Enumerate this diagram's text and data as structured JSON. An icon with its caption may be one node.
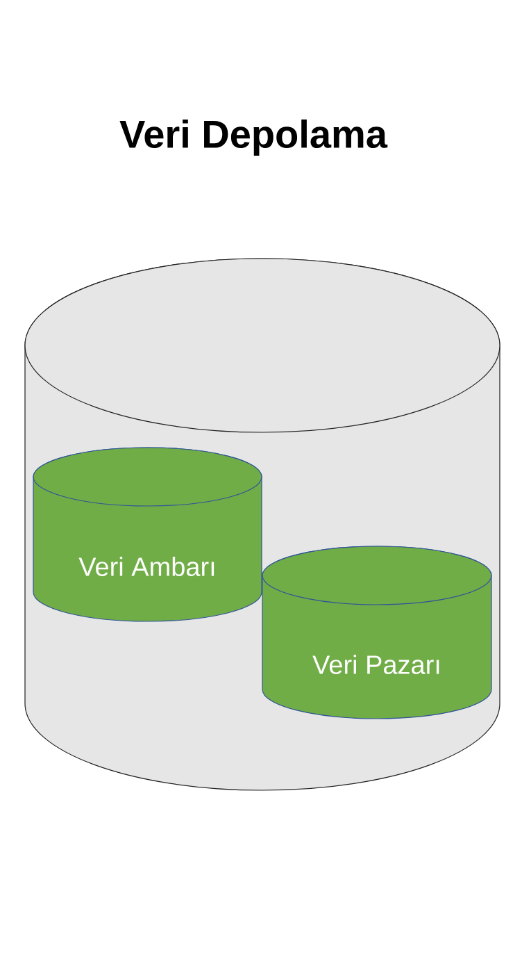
{
  "diagram": {
    "title": "Veri Depolama",
    "nodes": [
      {
        "text": [],
        "shape": "cylinder"
      },
      {
        "text": [
          "Veri Ambarı"
        ],
        "in": 0
      },
      {
        "text": [
          "Veri Pazarı"
        ],
        "in": 0
      }
    ]
  }
}
